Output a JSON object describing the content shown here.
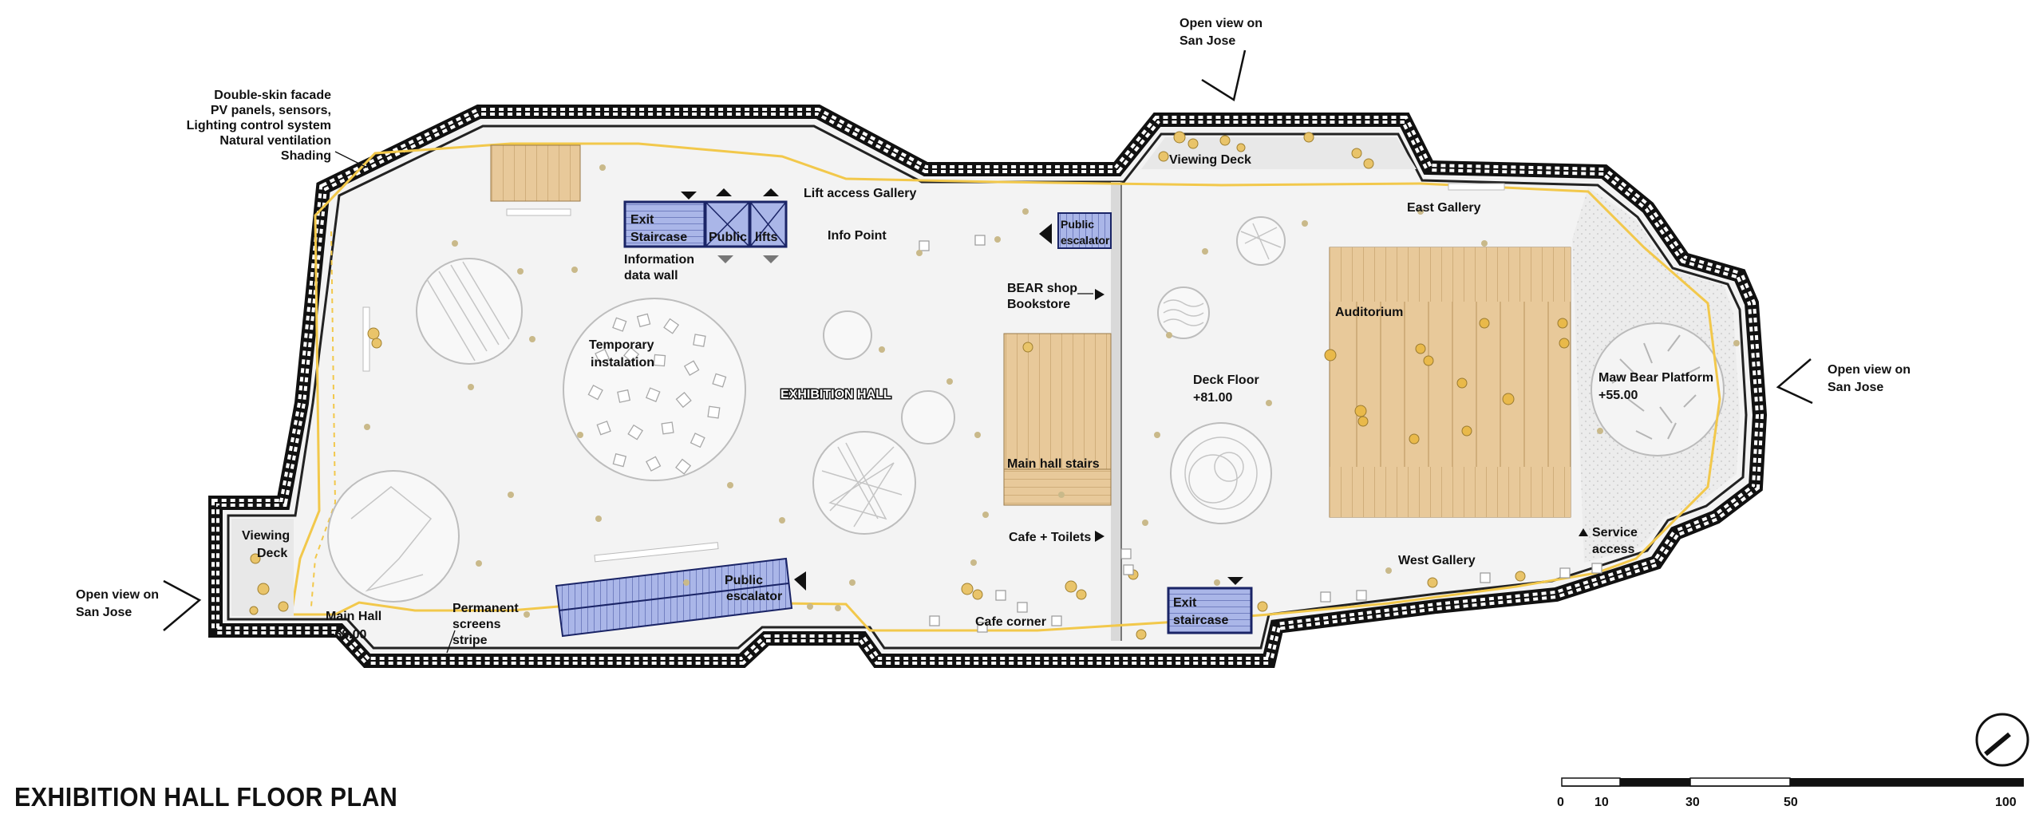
{
  "title": "EXHIBITION HALL FLOOR PLAN",
  "labels": {
    "facade_1": "Double-skin facade",
    "facade_2": "PV panels, sensors,",
    "facade_3": "Lighting control system",
    "facade_4": "Natural ventilation",
    "facade_5": "Shading",
    "open_view_top_1": "Open view on",
    "open_view_top_2": "San Jose",
    "open_view_right_1": "Open view on",
    "open_view_right_2": "San Jose",
    "open_view_left_1": "Open view on",
    "open_view_left_2": "San Jose",
    "viewing_deck_top": "Viewing Deck",
    "viewing_deck_left_1": "Viewing",
    "viewing_deck_left_2": "Deck",
    "lift_gallery": "Lift access Gallery",
    "exit_staircase_top_1": "Exit",
    "exit_staircase_top_2": "Staircase",
    "public_top": "Public",
    "lifts": "lifts",
    "info_wall_1": "Information",
    "info_wall_2": "data wall",
    "info_point": "Info Point",
    "public_escalator_top_1": "Public",
    "public_escalator_top_2": "escalator",
    "east_gallery": "East Gallery",
    "bear_shop_1": "BEAR shop",
    "bear_shop_2": "Bookstore",
    "temporary_1": "Temporary",
    "temporary_2": "instalation",
    "exhibition_hall": "EXHIBITION HALL",
    "auditorium": "Auditorium",
    "deck_floor_1": "Deck Floor",
    "deck_floor_2": "+81.00",
    "maw_bear_1": "Maw Bear Platform",
    "maw_bear_2": "+55.00",
    "main_hall_stairs": "Main hall stairs",
    "cafe_toilets": "Cafe + Toilets",
    "service_1": "Service",
    "service_2": "access",
    "west_gallery": "West Gallery",
    "public_escalator_bottom_1": "Public",
    "public_escalator_bottom_2": "escalator",
    "exit_staircase_bottom_1": "Exit",
    "exit_staircase_bottom_2": "staircase",
    "cafe_corner": "Cafe corner",
    "main_hall_1": "Main Hall",
    "main_hall_2": "+68.00",
    "screens_1": "Permanent",
    "screens_2": "screens",
    "screens_3": "stripe"
  },
  "scale_bar": {
    "ticks": [
      "0",
      "10",
      "30",
      "50",
      "100"
    ]
  },
  "colors": {
    "floor": "#f4f4f4",
    "wall": "#111111",
    "wood": "#e8c99a",
    "blue": "#aab6e8",
    "path": "#f2c84b",
    "plant": "#c9b98a"
  }
}
